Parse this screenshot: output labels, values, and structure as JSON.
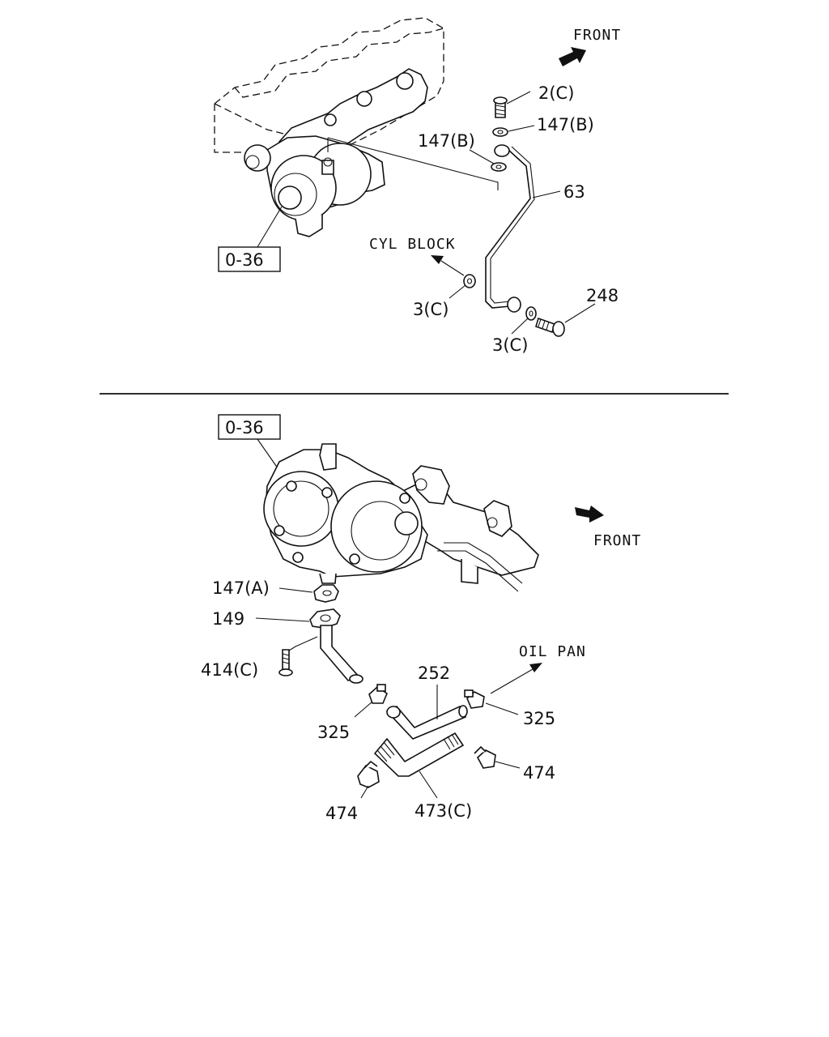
{
  "top": {
    "front": "FRONT",
    "cyl_block": "CYL BLOCK",
    "ref": "0-36",
    "labels": {
      "bolt_2c": "2(C)",
      "washer_147b_right": "147(B)",
      "washer_147b_left": "147(B)",
      "pipe_63": "63",
      "washer_3c_left": "3(C)",
      "washer_3c_bottom": "3(C)",
      "bolt_248": "248"
    }
  },
  "bottom": {
    "front": "FRONT",
    "oil_pan": "OIL PAN",
    "ref": "0-36",
    "labels": {
      "gasket_147a": "147(A)",
      "flange_149": "149",
      "bolt_414c": "414(C)",
      "clip_325_left": "325",
      "hose_252": "252",
      "clip_325_right": "325",
      "clip_474_right": "474",
      "clip_474_left": "474",
      "hose_473c": "473(C)"
    }
  }
}
